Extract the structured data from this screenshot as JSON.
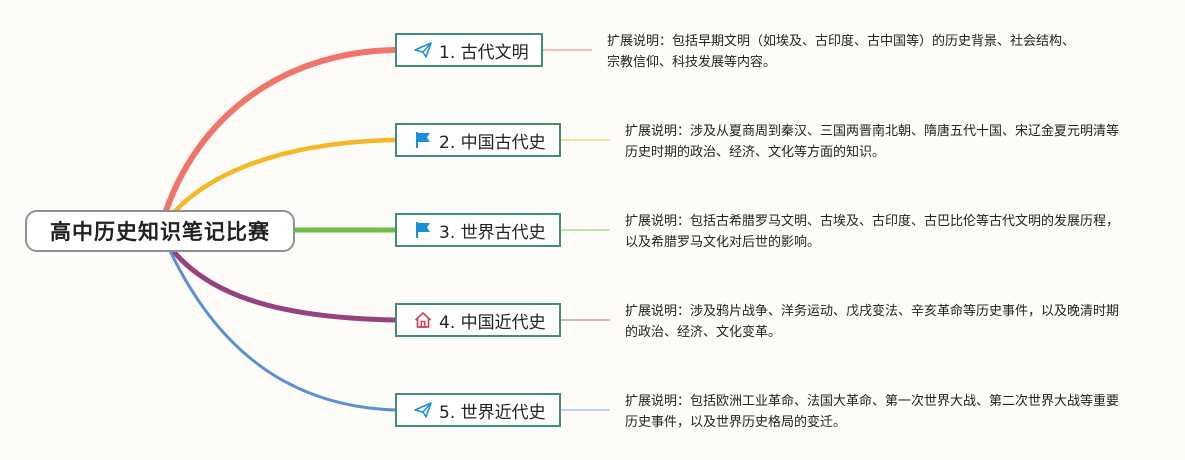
{
  "root": {
    "label": "高中历史知识笔记比赛"
  },
  "branches": [
    {
      "label": "1. 古代文明",
      "icon": "paper-plane-icon",
      "color": "#f07468",
      "note": "扩展说明：包括早期文明（如埃及、古印度、古中国等）的历史背景、社会结构、宗教信仰、科技发展等内容。"
    },
    {
      "label": "2. 中国古代史",
      "icon": "flag-icon",
      "color": "#f5b724",
      "note": "扩展说明：涉及从夏商周到秦汉、三国两晋南北朝、隋唐五代十国、宋辽金夏元明清等历史时期的政治、经济、文化等方面的知识。"
    },
    {
      "label": "3. 世界古代史",
      "icon": "flag-icon",
      "color": "#6cc04a",
      "note": "扩展说明：包括古希腊罗马文明、古埃及、古印度、古巴比伦等古代文明的发展历程，以及希腊罗马文化对后世的影响。"
    },
    {
      "label": "4. 中国近代史",
      "icon": "home-icon",
      "color": "#96427f",
      "note": "扩展说明：涉及鸦片战争、洋务运动、戊戌变法、辛亥革命等历史事件，以及晚清时期的政治、经济、文化变革。"
    },
    {
      "label": "5. 世界近代史",
      "icon": "paper-plane-icon",
      "color": "#5a8fd6",
      "note": "扩展说明：包括欧洲工业革命、法国大革命、第一次世界大战、第二次世界大战等重要历史事件，以及世界历史格局的变迁。"
    }
  ],
  "colors": {
    "node_border": "#3f8e78",
    "root_border": "#8c9099",
    "icon_blue": "#1a8fd6",
    "icon_home": "#d2415a"
  }
}
